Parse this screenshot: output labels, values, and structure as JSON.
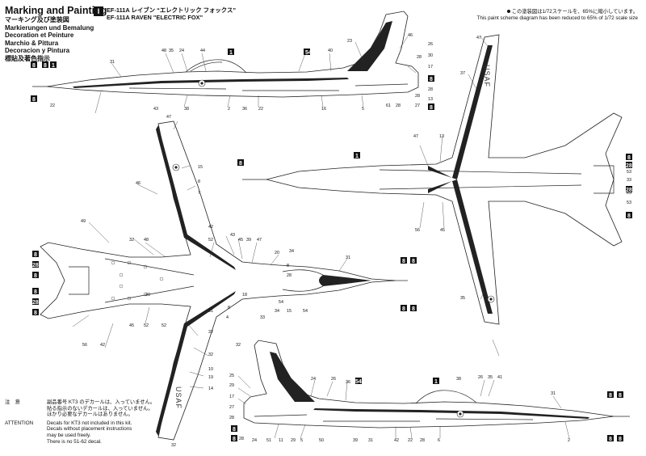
{
  "header": {
    "title": "Marking and Painting",
    "subtitles": [
      "マーキング及び塗装図",
      "Markierungen und Bemalung",
      "Decoration et Peinture",
      "Marchio & Pittura",
      "Decoracion y Pintura",
      "標貼及著色指示"
    ],
    "model_badge": "I",
    "model_jp": "EF-111A レイブン “エレクトリック フォックス”",
    "model_en": "EF-111A RAVEN \"ELECTRIC FOX\""
  },
  "scale_note": {
    "jp": "この塗装図は1/72スケールを、65%に縮小しています。",
    "en": "This paint scheme diagram has been reduced to 65% of 1/72 scale size"
  },
  "notes": {
    "jp_label": "注　意",
    "jp_lines": [
      "副品番号 KT3 のデカールは、入っていません。",
      "貼る指示のないデカールは、入っていません。",
      "ほかり必要なデカールはありません。"
    ],
    "en_label": "ATTENTION",
    "en_lines": [
      "Decals for KT3 not included in this kit.",
      "Decals without placement instructions",
      "may be used freely.",
      "There is no 51-62 decal."
    ]
  },
  "markings": {
    "usaf": "USAF"
  },
  "callouts": {
    "side_top": [
      "48",
      "35",
      "24",
      "44",
      "40",
      "23",
      "26",
      "17",
      "22",
      "28",
      "27",
      "46",
      "30",
      "38",
      "6",
      "28",
      "31",
      "13",
      "43",
      "2",
      "36",
      "22",
      "16",
      "5",
      "61",
      "28",
      "28"
    ],
    "sq_top": [
      "8",
      "8",
      "8",
      "1",
      "1",
      "54",
      "8",
      "8"
    ],
    "plan_left": [
      "47",
      "15",
      "8",
      "7",
      "46",
      "49",
      "32",
      "48",
      "52",
      "42",
      "43",
      "45",
      "39",
      "47",
      "20",
      "8",
      "28",
      "15",
      "18",
      "8",
      "51",
      "4",
      "52",
      "52",
      "45",
      "56",
      "42",
      "34",
      "33",
      "54",
      "34",
      "31",
      "32",
      "19",
      "10",
      "14",
      "32",
      "20",
      "32",
      "54"
    ],
    "sq_plan_left": [
      "8",
      "28",
      "8",
      "8",
      "28",
      "8",
      "8",
      "8",
      "8",
      "8"
    ],
    "plan_right": [
      "47",
      "37",
      "1",
      "47",
      "13",
      "8",
      "53",
      "33",
      "53",
      "8",
      "25",
      "28",
      "28",
      "8",
      "35",
      "56",
      "45"
    ],
    "side_bottom": [
      "32",
      "25",
      "24",
      "26",
      "26",
      "35",
      "41",
      "29",
      "17",
      "27",
      "28",
      "36",
      "38",
      "31",
      "28",
      "24",
      "51",
      "11",
      "29",
      "5",
      "50",
      "39",
      "31",
      "42",
      "22",
      "28",
      "6",
      "2"
    ],
    "sq_bottom": [
      "1",
      "54",
      "8",
      "8",
      "8",
      "8",
      "8",
      "8"
    ]
  },
  "colors": {
    "ink": "#111111",
    "paper": "#ffffff"
  }
}
